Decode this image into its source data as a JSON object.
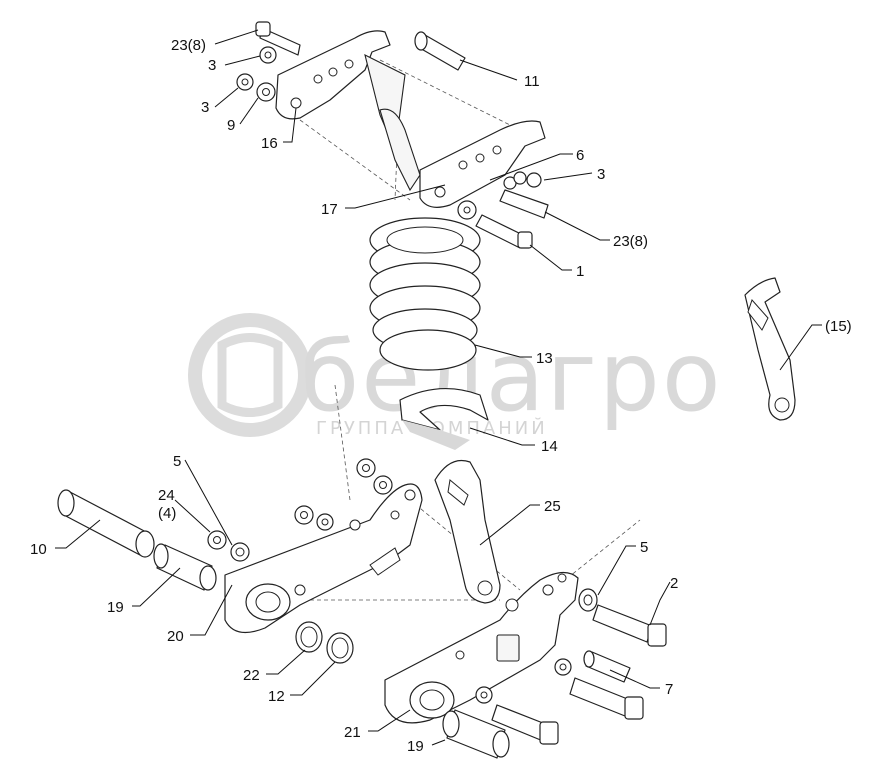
{
  "watermark": {
    "brand": "белагро",
    "subtitle": "ГРУППА КОМПАНИЙ"
  },
  "labels": [
    {
      "id": "23-8-top",
      "text": "23(8)"
    },
    {
      "id": "3-top-a",
      "text": "3"
    },
    {
      "id": "3-top-b",
      "text": "3"
    },
    {
      "id": "9",
      "text": "9"
    },
    {
      "id": "16",
      "text": "16"
    },
    {
      "id": "11",
      "text": "11"
    },
    {
      "id": "6",
      "text": "6"
    },
    {
      "id": "3-right",
      "text": "3"
    },
    {
      "id": "17",
      "text": "17"
    },
    {
      "id": "23-8-right",
      "text": "23(8)"
    },
    {
      "id": "1",
      "text": "1"
    },
    {
      "id": "15",
      "text": "(15)"
    },
    {
      "id": "13",
      "text": "13"
    },
    {
      "id": "14",
      "text": "14"
    },
    {
      "id": "5-left",
      "text": "5"
    },
    {
      "id": "24",
      "text": "24"
    },
    {
      "id": "4",
      "text": "(4)"
    },
    {
      "id": "25",
      "text": "25"
    },
    {
      "id": "10",
      "text": "10"
    },
    {
      "id": "5-right",
      "text": "5"
    },
    {
      "id": "2",
      "text": "2"
    },
    {
      "id": "19-left",
      "text": "19"
    },
    {
      "id": "20",
      "text": "20"
    },
    {
      "id": "22",
      "text": "22"
    },
    {
      "id": "7",
      "text": "7"
    },
    {
      "id": "12",
      "text": "12"
    },
    {
      "id": "21",
      "text": "21"
    },
    {
      "id": "19-bottom",
      "text": "19"
    }
  ]
}
